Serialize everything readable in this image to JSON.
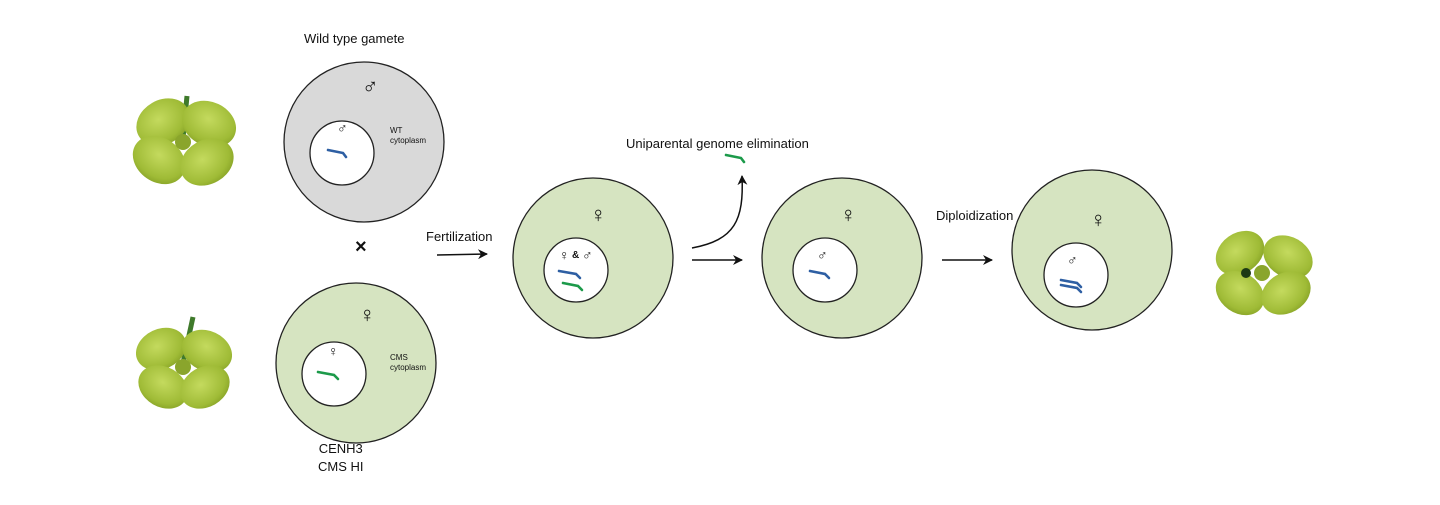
{
  "gametes": {
    "wild_type_title": "Wild type gamete",
    "wt_cytoplasm_line1": "WT",
    "wt_cytoplasm_line2": "cytoplasm",
    "cms_cytoplasm_line1": "CMS",
    "cms_cytoplasm_line2": "cytoplasm",
    "cms_line1": "CENH3",
    "cms_line2": "CMS HI"
  },
  "symbols": {
    "male": "♂",
    "female": "♀",
    "cross": "×",
    "ampersand": "&"
  },
  "steps": {
    "fertilization": "Fertilization",
    "elimination": "Uniparental genome elimination",
    "diploidization": "Diploidization"
  },
  "colors": {
    "wt_cell": "#d9d9d9",
    "cms_cell": "#d6e4c1",
    "nucleus": "#ffffff",
    "paternal_chromosome": "#2e5fa3",
    "maternal_chromosome": "#1c9a4a",
    "plant_petal": "#a6c23f"
  }
}
